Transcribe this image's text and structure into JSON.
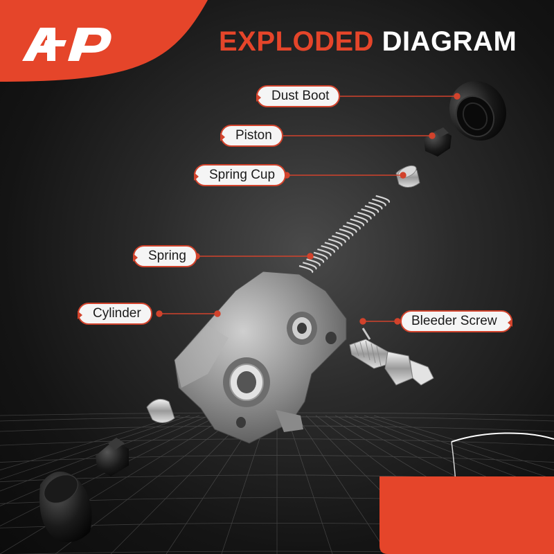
{
  "brand": {
    "logo_text": "AP"
  },
  "title": {
    "accent": "EXPLODED",
    "rest": "DIAGRAM"
  },
  "callouts": [
    {
      "id": "dust-boot",
      "label": "Dust Boot"
    },
    {
      "id": "piston",
      "label": "Piston"
    },
    {
      "id": "spring-cup",
      "label": "Spring Cup"
    },
    {
      "id": "spring",
      "label": "Spring"
    },
    {
      "id": "cylinder",
      "label": "Cylinder"
    },
    {
      "id": "bleeder-screw",
      "label": "Bleeder Screw"
    }
  ],
  "colors": {
    "accent": "#e5452a",
    "callout_border": "#d2432c",
    "callout_fill": "#f5f5f5",
    "background": "#111111",
    "grid": "#7a7a7a"
  }
}
